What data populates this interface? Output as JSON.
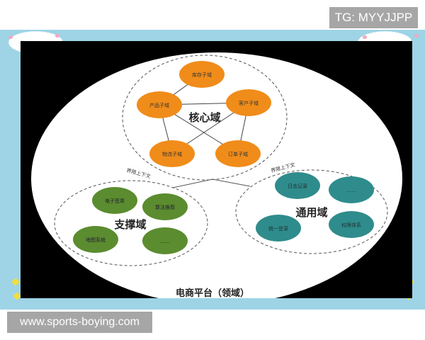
{
  "watermark_top": "TG: MYYJJPP",
  "watermark_bottom": "www.sports-boying.com",
  "colors": {
    "sky": "#9ed4e6",
    "core_node": "#f08c1a",
    "support_node": "#5b8c2f",
    "generic_node": "#2f8c8c",
    "frame": "#000000"
  },
  "diagram": {
    "platform_title": "电商平台（领域）",
    "bounded_context_label_left": "界限上下文",
    "bounded_context_label_right": "界限上下文",
    "core_domain": {
      "label": "核心域",
      "nodes": [
        "库存子域",
        "产品子域",
        "客户子域",
        "物流子域",
        "订单子域"
      ]
    },
    "support_domain": {
      "label": "支撑域",
      "nodes": [
        "电子签章",
        "算法推荐",
        "地图系统",
        "……"
      ]
    },
    "generic_domain": {
      "label": "通用域",
      "nodes": [
        "日志记录",
        "……",
        "统一登录",
        "权限体系"
      ]
    }
  }
}
